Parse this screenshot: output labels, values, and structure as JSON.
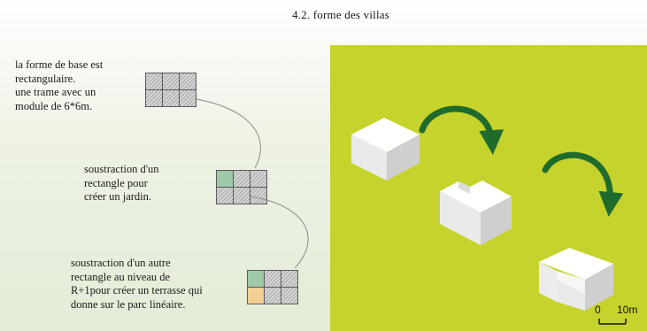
{
  "title": "4.2.  forme des villas",
  "steps": [
    {
      "lines": [
        "la forme de base est",
        "rectangulaire.",
        "une trame avec un",
        "module de 6*6m."
      ],
      "grid": [
        "plain",
        "plain",
        "plain",
        "plain",
        "plain",
        "plain"
      ]
    },
    {
      "lines": [
        "soustraction d'un",
        "rectangle pour",
        "créer un jardin."
      ],
      "grid": [
        "garden",
        "plain",
        "plain",
        "plain",
        "plain",
        "plain"
      ]
    },
    {
      "lines": [
        "soustraction d'un autre",
        "rectangle au niveau de",
        "R+1pour créer un terrasse qui",
        "donne sur le parc linéaire."
      ],
      "grid": [
        "garden",
        "plain",
        "plain",
        "terrace",
        "plain",
        "plain"
      ]
    }
  ],
  "scale_bar": {
    "start": "0",
    "end": "10m"
  },
  "colors": {
    "plan_background": "#c6d32c",
    "arrow": "#1f6b2c",
    "garden_cell": "#9fcaa8",
    "terrace_cell": "#f2cf92"
  },
  "icons": [
    "curved-arrow-icon",
    "grid-module-icon"
  ]
}
